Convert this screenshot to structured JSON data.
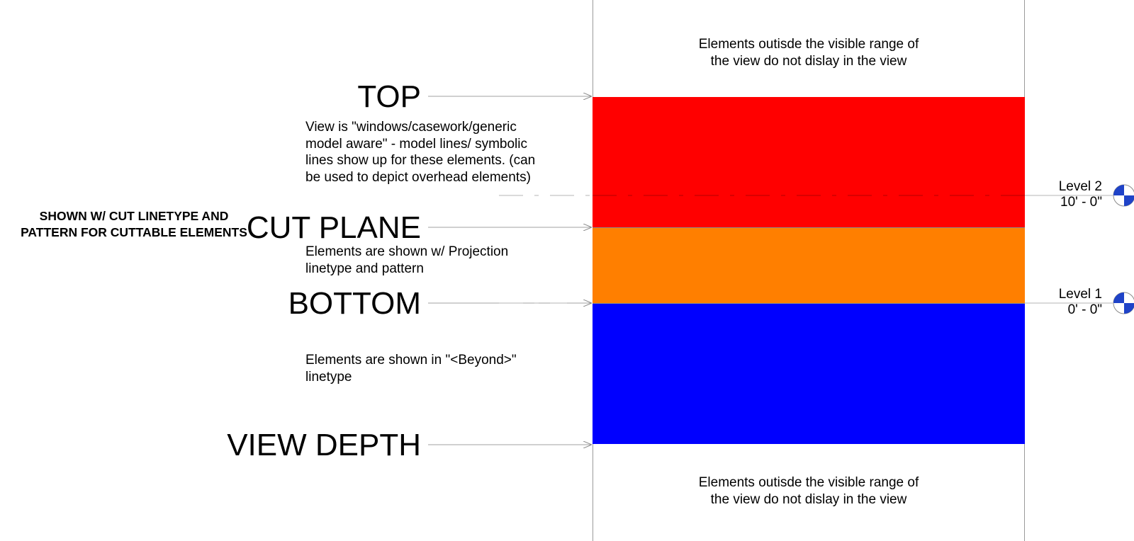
{
  "colors": {
    "top_band": "#ff0000",
    "cut_band": "#ff7f00",
    "bottom_band": "#0000ff",
    "level_marker": "#1f43c8"
  },
  "labels": {
    "top": "TOP",
    "cut_plane": "CUT PLANE",
    "bottom": "BOTTOM",
    "view_depth": "VIEW DEPTH"
  },
  "left_heading": "SHOWN W/ CUT LINETYPE AND PATTERN FOR CUTTABLE ELEMENTS",
  "notes": {
    "outside_top": [
      "Elements outisde the visible range of",
      "the view do not dislay in the view"
    ],
    "top_band": [
      "View is \"windows/casework/generic",
      "model aware\" - model lines/ symbolic",
      "lines show up for these elements. (can",
      "be used to depict overhead elements)"
    ],
    "cut_band": [
      "Elements are shown w/ Projection",
      "linetype and pattern"
    ],
    "bottom_band": [
      "Elements are shown in \"<Beyond>\"",
      "linetype"
    ],
    "outside_bottom": [
      "Elements outisde the visible range of",
      "the view do not dislay in the view"
    ]
  },
  "levels": [
    {
      "name": "Level 2",
      "elevation": "10' - 0\""
    },
    {
      "name": "Level 1",
      "elevation": "0' - 0\""
    }
  ]
}
